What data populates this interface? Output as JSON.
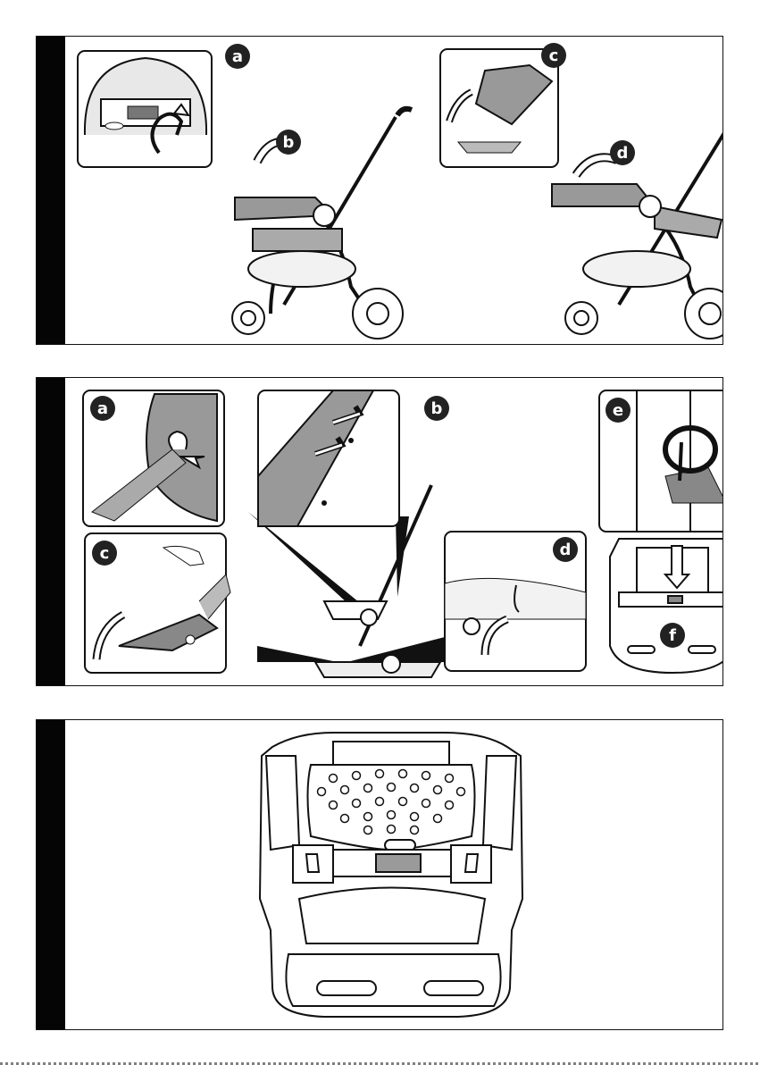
{
  "panels": [
    {
      "id": "panel-1",
      "callouts": [
        "a",
        "b",
        "c",
        "d"
      ]
    },
    {
      "id": "panel-2",
      "callouts": [
        "a",
        "b",
        "c",
        "d",
        "e",
        "f"
      ]
    },
    {
      "id": "panel-3",
      "callouts": []
    }
  ],
  "colors": {
    "frame": "#111111",
    "step_bar": "#050505",
    "fabric_gray": "#9a9a9a",
    "line": "#1a1a1a"
  }
}
